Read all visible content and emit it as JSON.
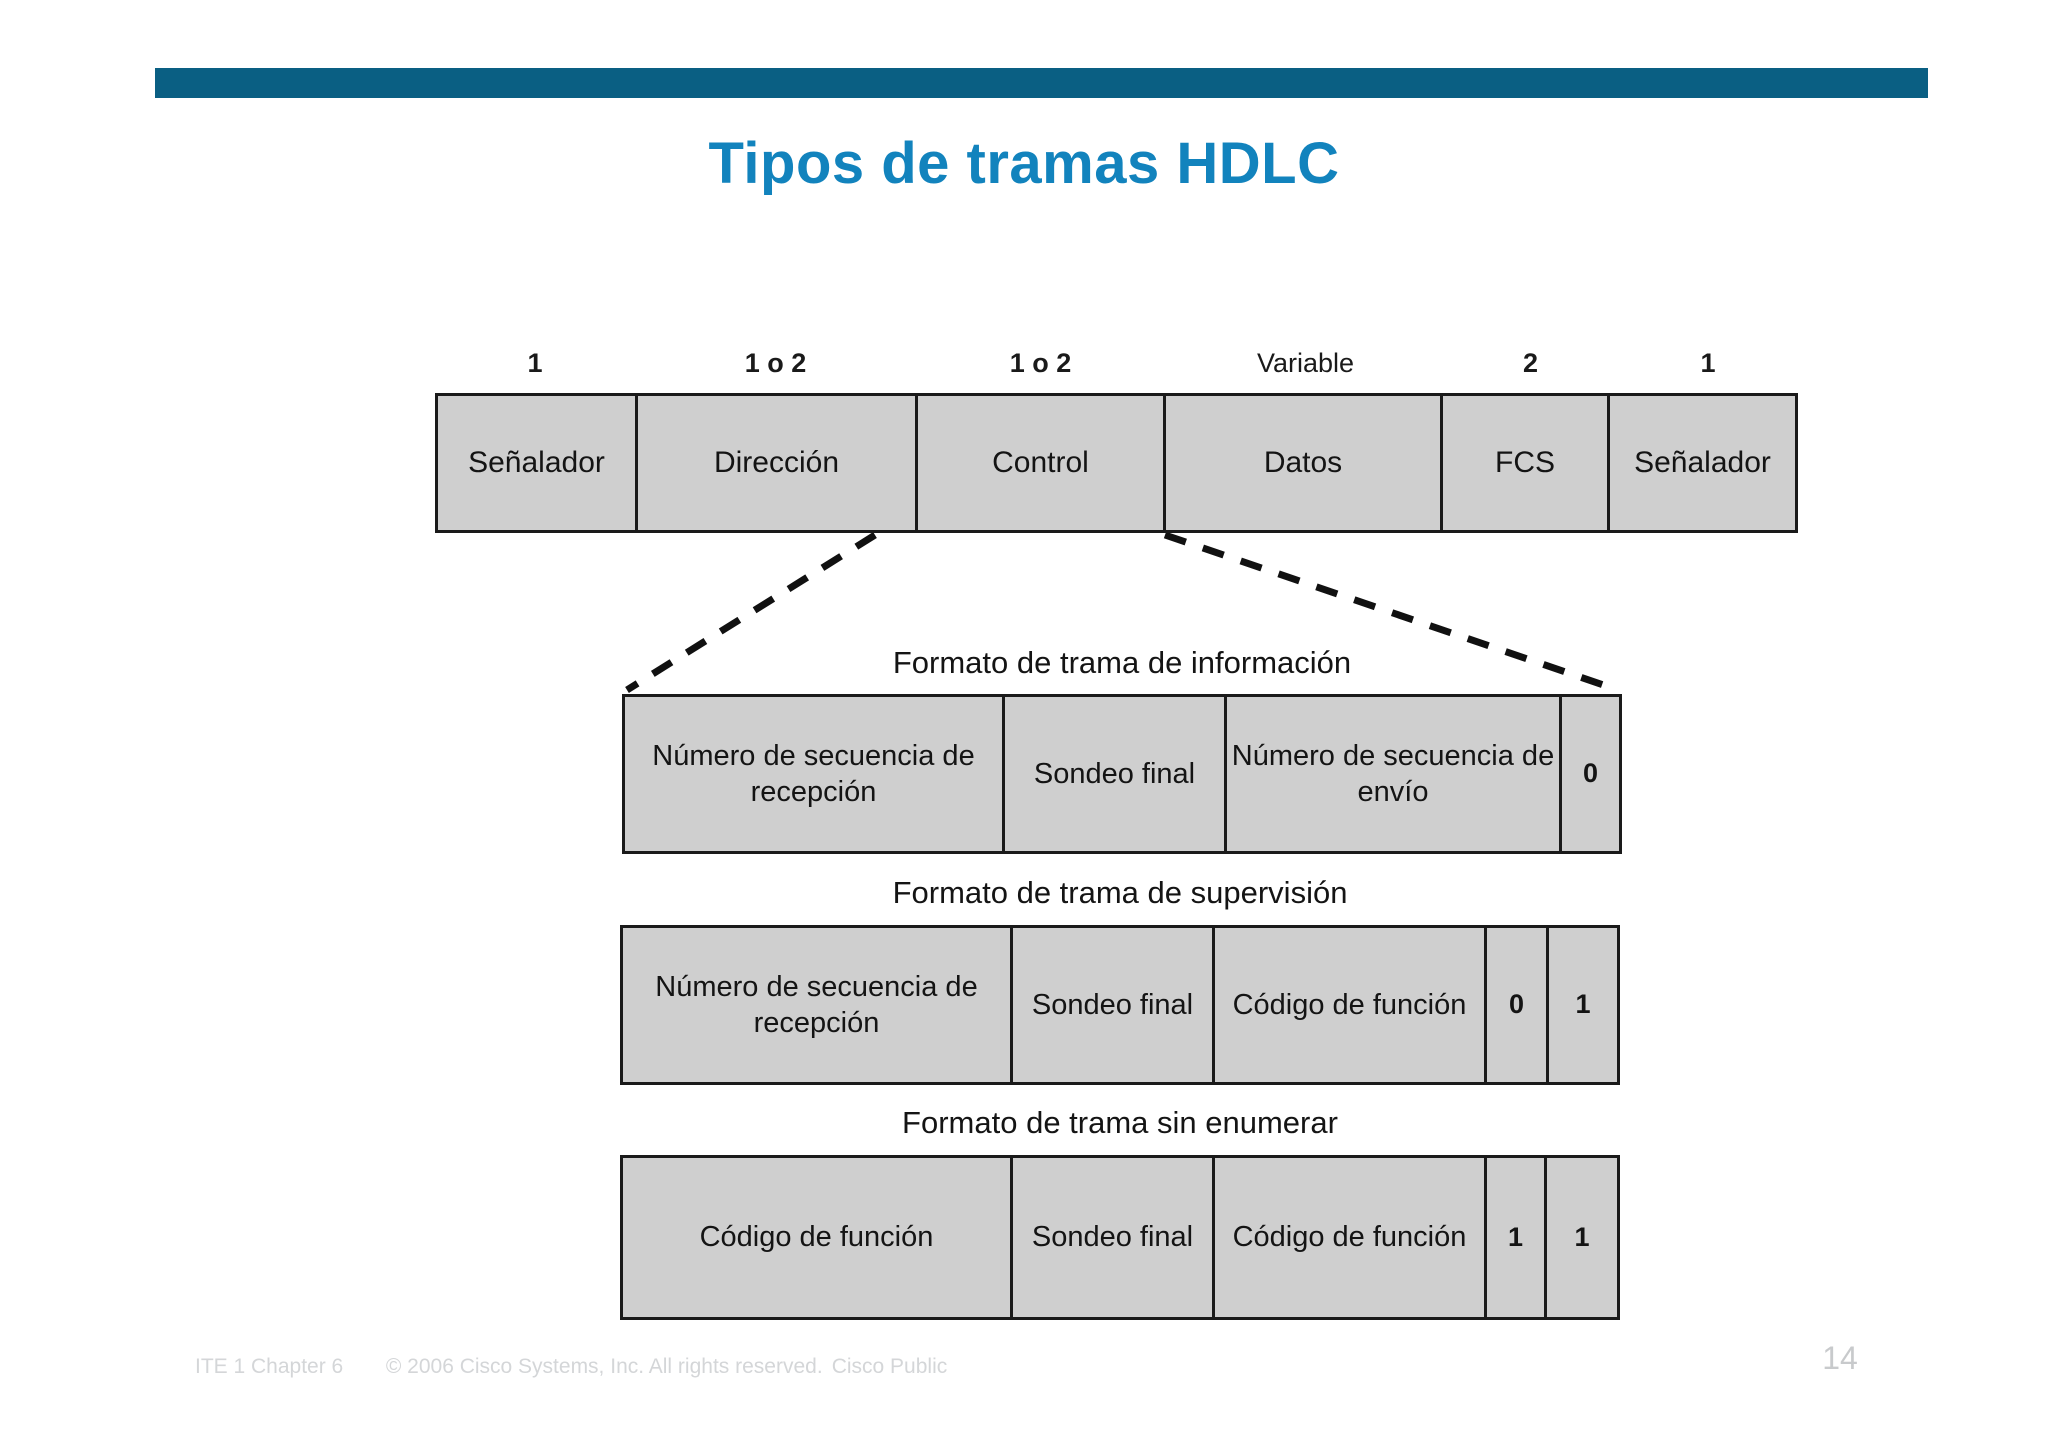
{
  "slide": {
    "title": "Tipos de tramas HDLC",
    "accent_bar_color": "#0a5f83",
    "title_color": "#1283bd",
    "page_number": "14"
  },
  "footer": {
    "chapter": "ITE 1 Chapter 6",
    "copyright": "© 2006 Cisco Systems, Inc. All rights reserved.",
    "classification": "Cisco Public"
  },
  "diagram": {
    "top_frame": {
      "size_labels": [
        "1",
        "1 o 2",
        "1 o 2",
        "Variable",
        "2",
        "1"
      ],
      "cells": [
        "Señalador",
        "Dirección",
        "Control",
        "Datos",
        "FCS",
        "Señalador"
      ]
    },
    "information_frame": {
      "caption": "Formato de trama de información",
      "cells": [
        "Número de secuencia de recepción",
        "Sondeo final",
        "Número de secuencia de envío",
        "0"
      ]
    },
    "supervision_frame": {
      "caption": "Formato de trama de supervisión",
      "cells": [
        "Número de secuencia de recepción",
        "Sondeo final",
        "Código de función",
        "0",
        "1"
      ]
    },
    "unnumbered_frame": {
      "caption": "Formato de trama sin enumerar",
      "cells": [
        "Código de función",
        "Sondeo final",
        "Código de función",
        "1",
        "1"
      ]
    }
  }
}
